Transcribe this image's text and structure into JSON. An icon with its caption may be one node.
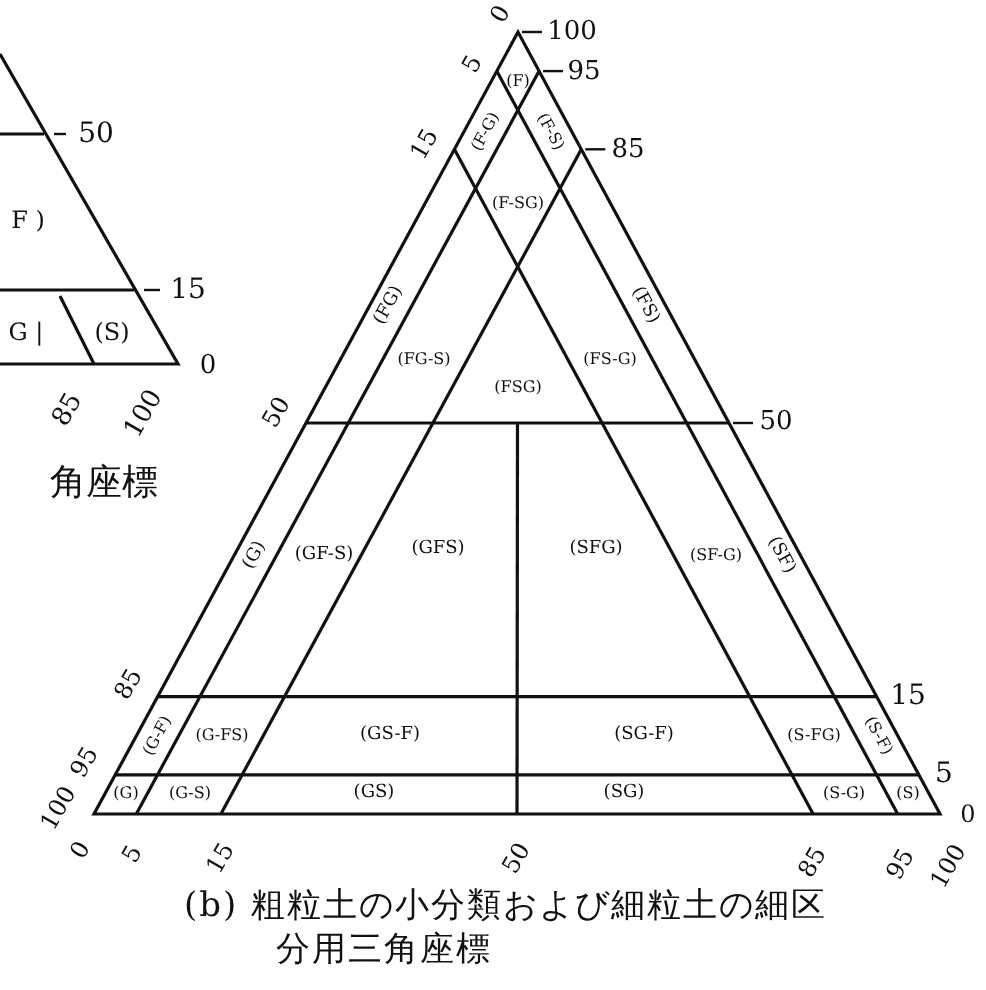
{
  "diagram": {
    "caption": "(b) 粗粒土の小分類および細粒土の細区分用三角座標",
    "labels": [
      "0",
      "100",
      "5",
      "95",
      "(F)",
      "50",
      "15",
      "(F-G)",
      "(F-S)",
      "85",
      "F )",
      "(F-SG)",
      "15",
      "(FG)",
      "(FS)",
      "G |",
      "(S)",
      "0",
      "(FG-S)",
      "(FSG)",
      "(FS-G)",
      "85",
      "100",
      "50",
      "50",
      "角座標",
      "(G)",
      "(GF-S)",
      "(GFS)",
      "(SFG)",
      "(SF-G)",
      "(SF)",
      "85",
      "15",
      "95",
      "(G-F)",
      "(G-FS)",
      "(GS-F)",
      "(SG-F)",
      "(S-FG)",
      "(S-F)",
      "5",
      "100",
      "(G)",
      "(G-S)",
      "(GS)",
      "(SG)",
      "(S-G)",
      "(S)",
      "0",
      "0",
      "5",
      "15",
      "50",
      "85",
      "95",
      "100"
    ]
  }
}
